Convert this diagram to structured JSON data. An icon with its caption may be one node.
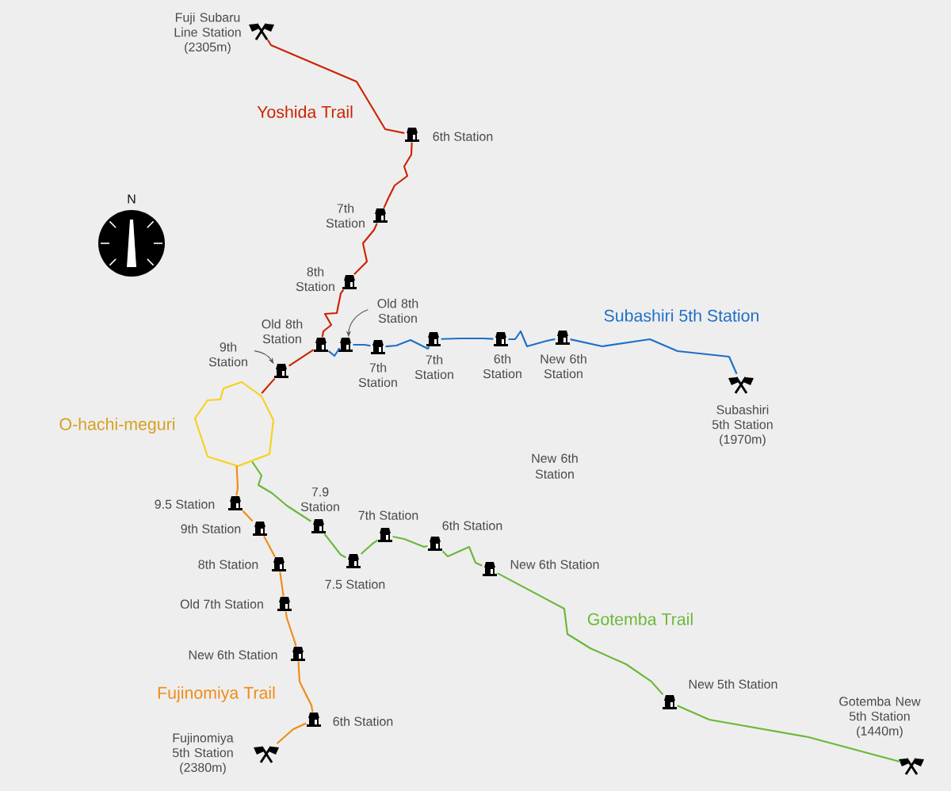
{
  "diagram": {
    "nodes": [
      {
        "text": [],
        "shape": "picture",
        "beside": [
          "Fuji Subaru Line Station (2305m)"
        ]
      },
      {
        "text": [],
        "shape": "picture",
        "beside": [
          "6th Station"
        ]
      },
      {
        "text": [],
        "shape": "picture",
        "beside": [
          "7th Station"
        ]
      },
      {
        "text": [],
        "shape": "picture",
        "beside": [
          "8th Station"
        ]
      },
      {
        "text": [],
        "shape": "picture",
        "beside": [
          "Old 8th Station"
        ]
      },
      {
        "text": [],
        "shape": "picture"
      },
      {
        "text": [
          "9th Station"
        ]
      },
      {
        "text": [],
        "shape": "picture"
      },
      {
        "text": [
          "Old 8th Station"
        ]
      },
      {
        "text": [],
        "shape": "picture",
        "beside": [
          "7th Station"
        ]
      },
      {
        "text": [],
        "shape": "picture",
        "beside": [
          "7th Station"
        ]
      },
      {
        "text": [],
        "shape": "picture",
        "beside": [
          "6th Station"
        ]
      },
      {
        "text": [],
        "shape": "picture",
        "beside": [
          "New 6th Station"
        ]
      },
      {
        "text": [],
        "shape": "picture",
        "beside": [
          "Subashiri 5th Station (1970m)"
        ]
      },
      {
        "text": [],
        "shape": "circle",
        "beside": [
          "O-hachi-meguri"
        ]
      },
      {
        "text": [],
        "shape": "picture",
        "beside": [
          "9.5 Station"
        ]
      },
      {
        "text": [],
        "shape": "picture",
        "beside": [
          "9th Station"
        ]
      },
      {
        "text": [],
        "shape": "picture",
        "beside": [
          "8th Station"
        ]
      },
      {
        "text": [],
        "shape": "picture",
        "beside": [
          "Old 7th Station"
        ]
      },
      {
        "text": [],
        "shape": "picture",
        "beside": [
          "New 6th Station"
        ]
      },
      {
        "text": [],
        "shape": "picture",
        "beside": [
          "6th Station"
        ]
      },
      {
        "text": [],
        "shape": "picture",
        "beside": [
          "Fujinomiya 5th Station (2380m)"
        ]
      },
      {
        "text": [],
        "shape": "picture",
        "beside": [
          "7.9 Station"
        ]
      },
      {
        "text": [],
        "shape": "picture",
        "beside": [
          "7.5 Station"
        ]
      },
      {
        "text": [],
        "shape": "picture",
        "beside": [
          "7th Station"
        ]
      },
      {
        "text": [],
        "shape": "picture",
        "beside": [
          "6th Station"
        ]
      },
      {
        "text": [],
        "shape": "picture",
        "beside": [
          "New 6th Station"
        ]
      },
      {
        "text": [],
        "shape": "picture",
        "beside": [
          "New 5th Station"
        ]
      },
      {
        "text": [],
        "shape": "picture",
        "beside": [
          "Gotemba New 5th Station (1440m)"
        ]
      }
    ],
    "edges": [
      {
        "from": 0,
        "to": 1,
        "arrow": "none",
        "color": "#cc2200"
      },
      {
        "from": 1,
        "to": 2,
        "arrow": "none",
        "color": "#cc2200"
      },
      {
        "from": 2,
        "to": 3,
        "arrow": "none",
        "color": "#cc2200"
      },
      {
        "from": 3,
        "to": 4,
        "arrow": "none",
        "color": "#cc2200"
      },
      {
        "from": 4,
        "to": 5,
        "arrow": "none",
        "color": "#cc2200"
      },
      {
        "from": 5,
        "to": 14,
        "arrow": "none",
        "color": "#cc2200"
      },
      {
        "from": 6,
        "to": 5,
        "arrow": "to",
        "color": "#555555"
      },
      {
        "from": 4,
        "to": 7,
        "arrow": "none",
        "color": "#1e6fc8"
      },
      {
        "from": 8,
        "to": 7,
        "arrow": "to",
        "color": "#555555"
      },
      {
        "from": 7,
        "to": 9,
        "arrow": "none",
        "color": "#1e6fc8"
      },
      {
        "from": 9,
        "to": 10,
        "arrow": "none",
        "color": "#1e6fc8"
      },
      {
        "from": 10,
        "to": 11,
        "arrow": "none",
        "color": "#1e6fc8"
      },
      {
        "from": 11,
        "to": 12,
        "arrow": "none",
        "color": "#1e6fc8"
      },
      {
        "from": 12,
        "to": 13,
        "arrow": "none",
        "color": "#1e6fc8"
      },
      {
        "from": 14,
        "to": 15,
        "arrow": "none",
        "color": "#f08c14"
      },
      {
        "from": 15,
        "to": 16,
        "arrow": "none",
        "color": "#f08c14"
      },
      {
        "from": 16,
        "to": 17,
        "arrow": "none",
        "color": "#f08c14"
      },
      {
        "from": 17,
        "to": 18,
        "arrow": "none",
        "color": "#f08c14"
      },
      {
        "from": 18,
        "to": 19,
        "arrow": "none",
        "color": "#f08c14"
      },
      {
        "from": 19,
        "to": 20,
        "arrow": "none",
        "color": "#f08c14"
      },
      {
        "from": 20,
        "to": 21,
        "arrow": "none",
        "color": "#f08c14"
      },
      {
        "from": 14,
        "to": 22,
        "arrow": "none",
        "color": "#6ab838"
      },
      {
        "from": 22,
        "to": 23,
        "arrow": "none",
        "color": "#6ab838"
      },
      {
        "from": 23,
        "to": 24,
        "arrow": "none",
        "color": "#6ab838"
      },
      {
        "from": 24,
        "to": 25,
        "arrow": "none",
        "color": "#6ab838"
      },
      {
        "from": 25,
        "to": 26,
        "arrow": "none",
        "color": "#6ab838"
      },
      {
        "from": 26,
        "to": 27,
        "arrow": "none",
        "color": "#6ab838"
      },
      {
        "from": 27,
        "to": 28,
        "arrow": "none",
        "color": "#6ab838"
      }
    ],
    "labels": [
      "Yoshida Trail",
      "N",
      "Subashiri 5th Station",
      "New 6th Station",
      "Gotemba Trail",
      "Fujinomiya Trail"
    ]
  }
}
